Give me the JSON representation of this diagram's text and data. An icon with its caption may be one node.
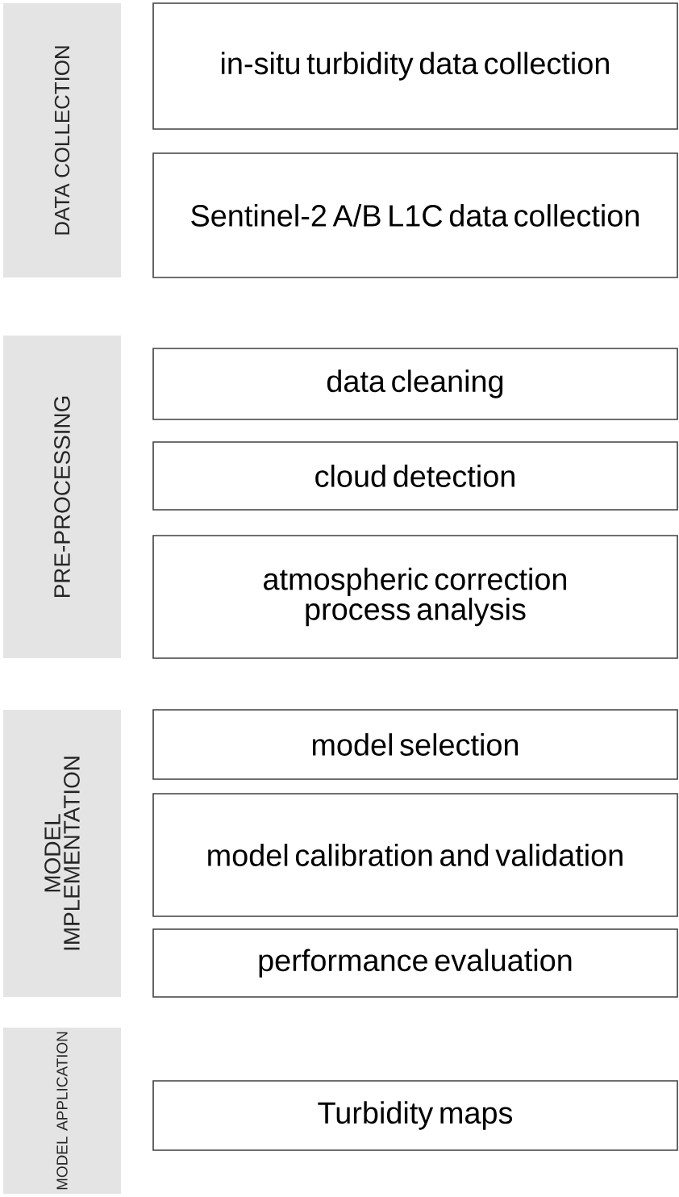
{
  "diagram": {
    "nodes": [
      {
        "text": [
          "DATA COLLECTION"
        ]
      },
      {
        "text": [
          "in-situ turbidity data collection"
        ]
      },
      {
        "text": [
          "Sentinel-2 A/B L1C data collection"
        ]
      },
      {
        "text": [
          "PRE-PROCESSING"
        ]
      },
      {
        "text": [
          "data cleaning"
        ]
      },
      {
        "text": [
          "cloud detection"
        ]
      },
      {
        "text": [
          "atmospheric correction process analysis"
        ]
      },
      {
        "text": [
          "MODEL IMPLEMENTATION"
        ]
      },
      {
        "text": [
          "model selection"
        ]
      },
      {
        "text": [
          "model calibration and validation"
        ]
      },
      {
        "text": [
          "performance evaluation"
        ]
      },
      {
        "text": [
          "MODEL APPLICATION"
        ]
      },
      {
        "text": [
          "Turbidity maps"
        ]
      }
    ]
  }
}
